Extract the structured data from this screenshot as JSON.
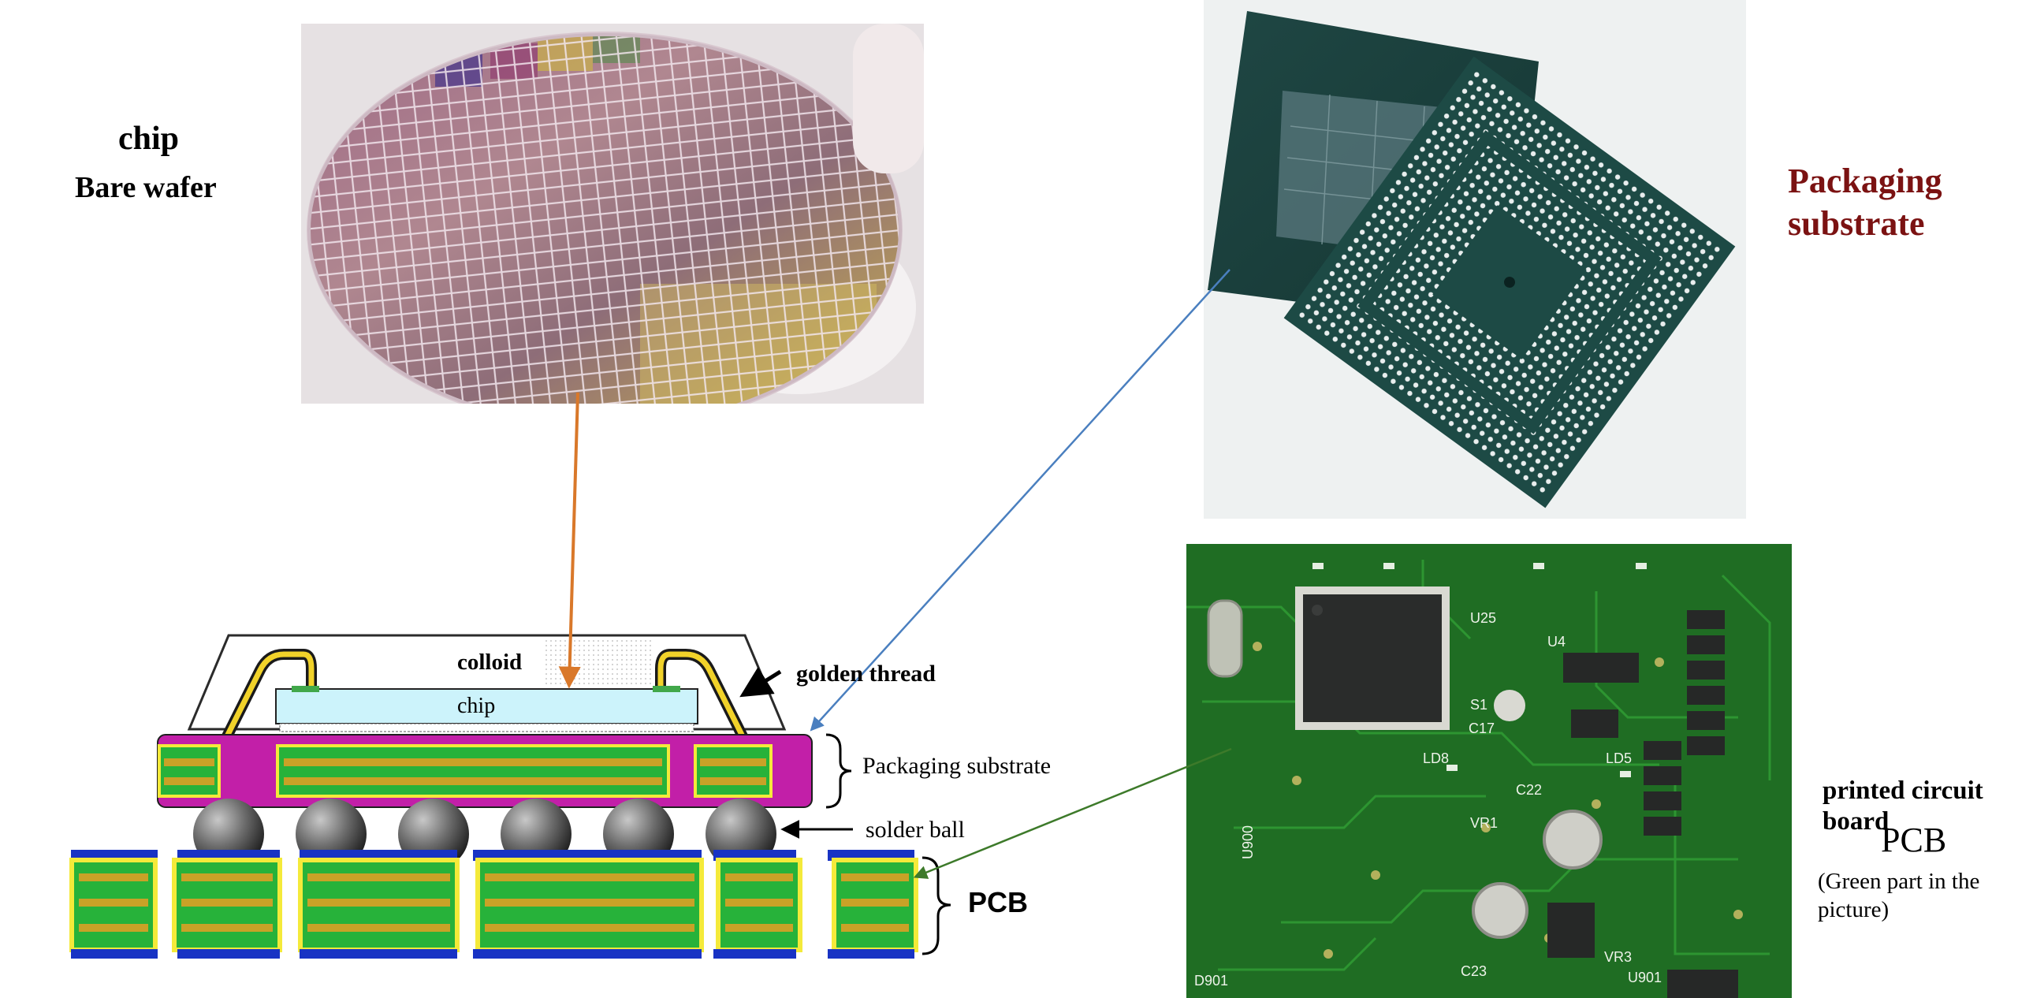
{
  "chip_heading": {
    "title": "chip",
    "subtitle": "Bare wafer"
  },
  "substrate_heading": {
    "line1": "Packaging",
    "line2": "substrate"
  },
  "pcb_heading": {
    "line1": "printed circuit",
    "line2": "board",
    "abbr": "PCB",
    "note_line1": "(Green part in the",
    "note_line2": "picture)"
  },
  "cross_section": {
    "colloid": "colloid",
    "chip": "chip",
    "golden_thread": "golden thread",
    "packaging_substrate": "Packaging substrate",
    "solder_ball": "solder ball",
    "pcb": "PCB"
  },
  "board_silkscreen": [
    "U25",
    "U4",
    "C17",
    "LD8",
    "LD5",
    "C22",
    "VR1",
    "VR3",
    "C23",
    "D901",
    "U900",
    "U901",
    "S1"
  ],
  "colors": {
    "heading_red": "#7b1212",
    "substrate_magenta": "#c21fa8",
    "pcb_green": "#27b23a",
    "trace_gold": "#c9a227",
    "edge_yellow": "#f4ea3a",
    "wafer_arrow": "#d9782a",
    "substrate_arrow": "#4a7fbf",
    "pcb_arrow": "#3d7a2a"
  }
}
